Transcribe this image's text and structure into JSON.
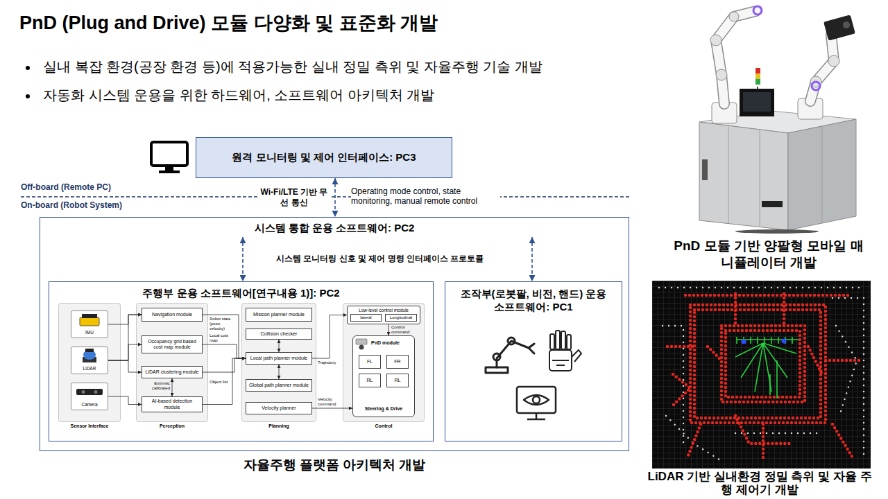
{
  "diagram": {
    "title": "PnD (Plug and Drive) 모듈 다양화 및 표준화 개발",
    "caption": "자율주행 플랫폼 아키텍처 개발",
    "nodes": [
      {
        "text": [
          "원격 모니터링 및 제어 인터페이스: PC3"
        ]
      },
      {
        "text": [
          "시스템 통합 운용 소프트웨어: PC2"
        ]
      },
      {
        "text": [
          "주행부 운용 소프트웨어[연구내용 1)]: PC2"
        ],
        "in": 1
      },
      {
        "text": [
          "Sensor Interface"
        ],
        "in": 2
      },
      {
        "text": [
          "IMU"
        ],
        "in": 3
      },
      {
        "text": [
          "LiDAR"
        ],
        "in": 3
      },
      {
        "text": [
          "Camera"
        ],
        "in": 3
      },
      {
        "text": [
          "Perception"
        ],
        "in": 2
      },
      {
        "text": [
          "Navigation module"
        ],
        "in": 7
      },
      {
        "text": [
          "Occupancy grid based cost map module"
        ],
        "in": 7
      },
      {
        "text": [
          "LiDAR clustering module"
        ],
        "in": 7
      },
      {
        "text": [
          "AI-based detection module"
        ],
        "in": 7
      },
      {
        "text": [
          "Planning"
        ],
        "in": 2
      },
      {
        "text": [
          "Mission planner module"
        ],
        "in": 12
      },
      {
        "text": [
          "Collision checker"
        ],
        "in": 12
      },
      {
        "text": [
          "Local path planner module"
        ],
        "in": 12
      },
      {
        "text": [
          "Global path planner module"
        ],
        "in": 12
      },
      {
        "text": [
          "Velocity planner"
        ],
        "in": 12
      },
      {
        "text": [
          "Control"
        ],
        "in": 2
      },
      {
        "text": [
          "Low-level control module"
        ],
        "in": 18
      },
      {
        "text": [
          "lateral"
        ],
        "in": 19
      },
      {
        "text": [
          "Longitudinal"
        ],
        "in": 19
      },
      {
        "text": [
          "PnD module",
          "Steering & Drive"
        ],
        "in": 18
      },
      {
        "text": [
          "FL"
        ],
        "in": 22
      },
      {
        "text": [
          "FR"
        ],
        "in": 22
      },
      {
        "text": [
          "RL"
        ],
        "in": 22
      },
      {
        "text": [
          "RL"
        ],
        "in": 22
      },
      {
        "text": [
          "조작부(로봇팔, 비전, 핸드) 운용 소프트웨어: PC1"
        ],
        "in": 1
      }
    ],
    "edges": [
      {
        "from": 0,
        "to": 1,
        "arrow": "both",
        "label": "Wi-Fi/LTE 기반 무선 통신"
      },
      {
        "from": 1,
        "to": 2,
        "arrow": "both"
      },
      {
        "from": 1,
        "to": 27,
        "arrow": "both"
      },
      {
        "from": 4,
        "to": 8,
        "arrow": "to"
      },
      {
        "from": 5,
        "to": 8,
        "arrow": "to"
      },
      {
        "from": 5,
        "to": 9,
        "arrow": "to"
      },
      {
        "from": 5,
        "to": 10,
        "arrow": "to"
      },
      {
        "from": 6,
        "to": 11,
        "arrow": "to"
      },
      {
        "from": 10,
        "to": 11,
        "arrow": "both",
        "label": "Extrinsic calibrated"
      },
      {
        "from": 8,
        "to": 15,
        "arrow": "to",
        "label": "Robot state (pose, velocity)"
      },
      {
        "from": 9,
        "to": 15,
        "arrow": "to",
        "label": "Local cost map"
      },
      {
        "from": 10,
        "to": 15,
        "arrow": "to"
      },
      {
        "from": 11,
        "to": 15,
        "arrow": "to",
        "label": "Object list"
      },
      {
        "from": 14,
        "to": 15,
        "arrow": "both"
      },
      {
        "from": 15,
        "to": 16,
        "arrow": "both"
      },
      {
        "from": 15,
        "to": 19,
        "arrow": "to",
        "label": "Trajectory"
      },
      {
        "from": 19,
        "to": 22,
        "arrow": "to",
        "label": "Control command"
      },
      {
        "from": 17,
        "to": 22,
        "arrow": "to",
        "label": "Velocity command"
      }
    ],
    "labels": [
      "실내 복잡 환경(공장 환경 등)에 적용가능한 실내 정밀 측위 및 자율주행 기술 개발",
      "자동화 시스템 운용을 위한 하드웨어, 소프트웨어 아키텍처 개발",
      "Off-board (Remote PC)",
      "On-board (Robot System)",
      "Operating mode control, state monitoring, manual remote control",
      "시스템 모니터링 신호 및 제어 명령 인터페이스 프로토콜",
      "PnD 모듈 기반 양팔형 모바일 매니퓰레이터 개발",
      "LiDAR 기반 실내환경 정밀 측위 및 자율 주행 제어기 개발"
    ]
  }
}
